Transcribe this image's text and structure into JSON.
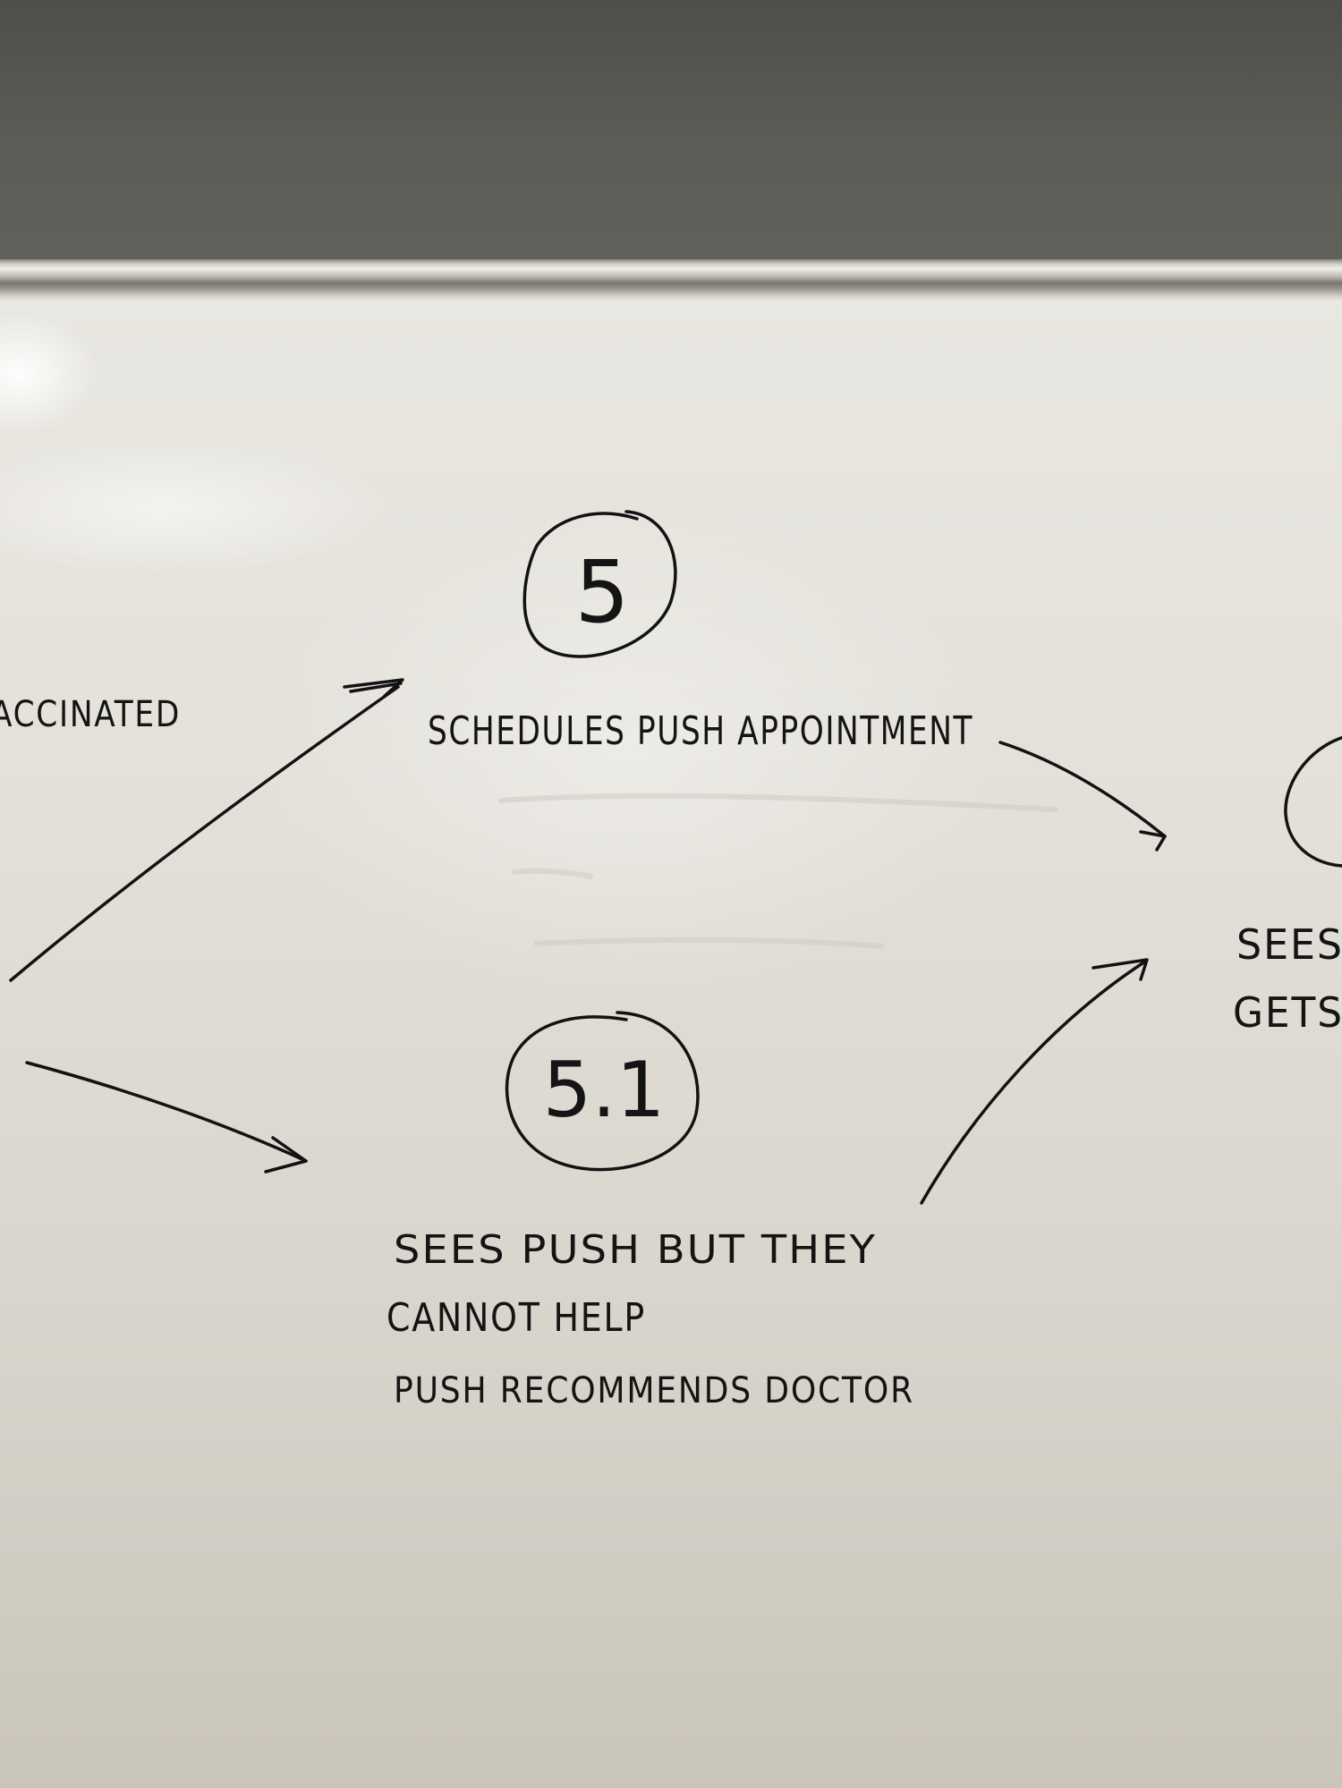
{
  "whiteboard": {
    "step5": {
      "number": "5",
      "text": "SCHEDULES PUSH APPOINTMENT"
    },
    "step5_1": {
      "number": "5.1",
      "line1": "SEES PUSH BUT THEY",
      "line2": "CANNOT HELP",
      "line3": "PUSH RECOMMENDS DOCTOR"
    },
    "left_cropped_text": "ACCINATED",
    "right_cropped_text": {
      "line1": "SEES",
      "line2": "GETS"
    }
  }
}
